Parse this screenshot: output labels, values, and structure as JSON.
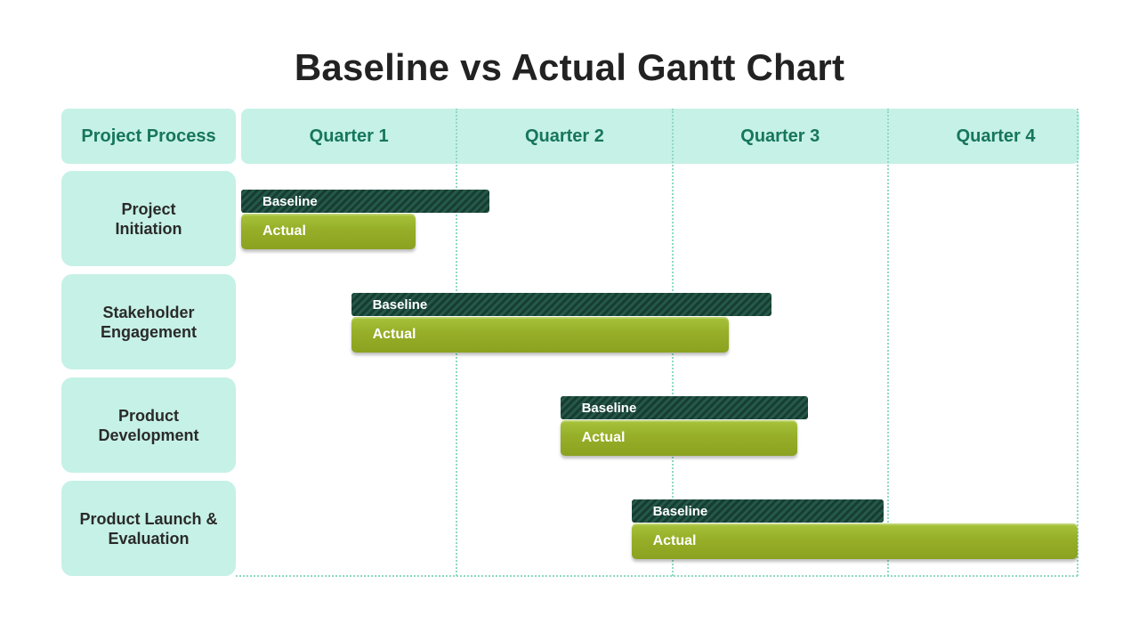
{
  "chart_data": {
    "type": "gantt",
    "title": "Baseline vs Actual Gantt Chart",
    "process_header": "Project Process",
    "quarters": [
      "Quarter 1",
      "Quarter 2",
      "Quarter 3",
      "Quarter 4"
    ],
    "xlim": [
      0,
      4
    ],
    "bar_labels": {
      "baseline": "Baseline",
      "actual": "Actual"
    },
    "tasks": [
      {
        "name": "Project\nInitiation",
        "baseline": [
          0.0,
          1.15
        ],
        "actual": [
          0.0,
          0.81
        ]
      },
      {
        "name": "Stakeholder\nEngagement",
        "baseline": [
          0.51,
          2.46
        ],
        "actual": [
          0.51,
          2.26
        ]
      },
      {
        "name": "Product\nDevelopment",
        "baseline": [
          1.48,
          2.63
        ],
        "actual": [
          1.48,
          2.58
        ]
      },
      {
        "name": "Product Launch &\nEvaluation",
        "baseline": [
          1.81,
          2.98
        ],
        "actual": [
          1.81,
          3.88
        ]
      }
    ],
    "colors": {
      "baseline": "#1d4a3b",
      "actual": "#96ae28",
      "header": "#c6f1e6",
      "header_text": "#16765b"
    }
  }
}
